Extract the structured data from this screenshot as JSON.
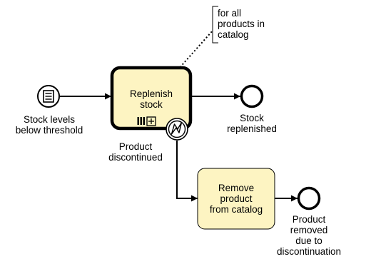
{
  "start_event": {
    "kind": "conditional-start",
    "icon": "document-lines-icon",
    "label": [
      "Stock levels",
      "below threshold"
    ]
  },
  "task_replenish": {
    "label": [
      "Replenish",
      "stock"
    ],
    "markers": [
      "parallel-multi-instance-icon",
      "subprocess-plus-icon"
    ],
    "fill": "#fdf4c2"
  },
  "boundary_event": {
    "kind": "escalation-boundary",
    "icon": "lightning-icon",
    "label": [
      "Product",
      "discontinued"
    ]
  },
  "end_replenished": {
    "label": [
      "Stock",
      "replenished"
    ]
  },
  "task_remove": {
    "label": [
      "Remove",
      "product",
      "from catalog"
    ],
    "fill": "#fdf4c2"
  },
  "end_removed": {
    "label": [
      "Product",
      "removed",
      "due to",
      "discontinuation"
    ]
  },
  "annotation": {
    "label": [
      "for all",
      "products in",
      "catalog"
    ]
  }
}
